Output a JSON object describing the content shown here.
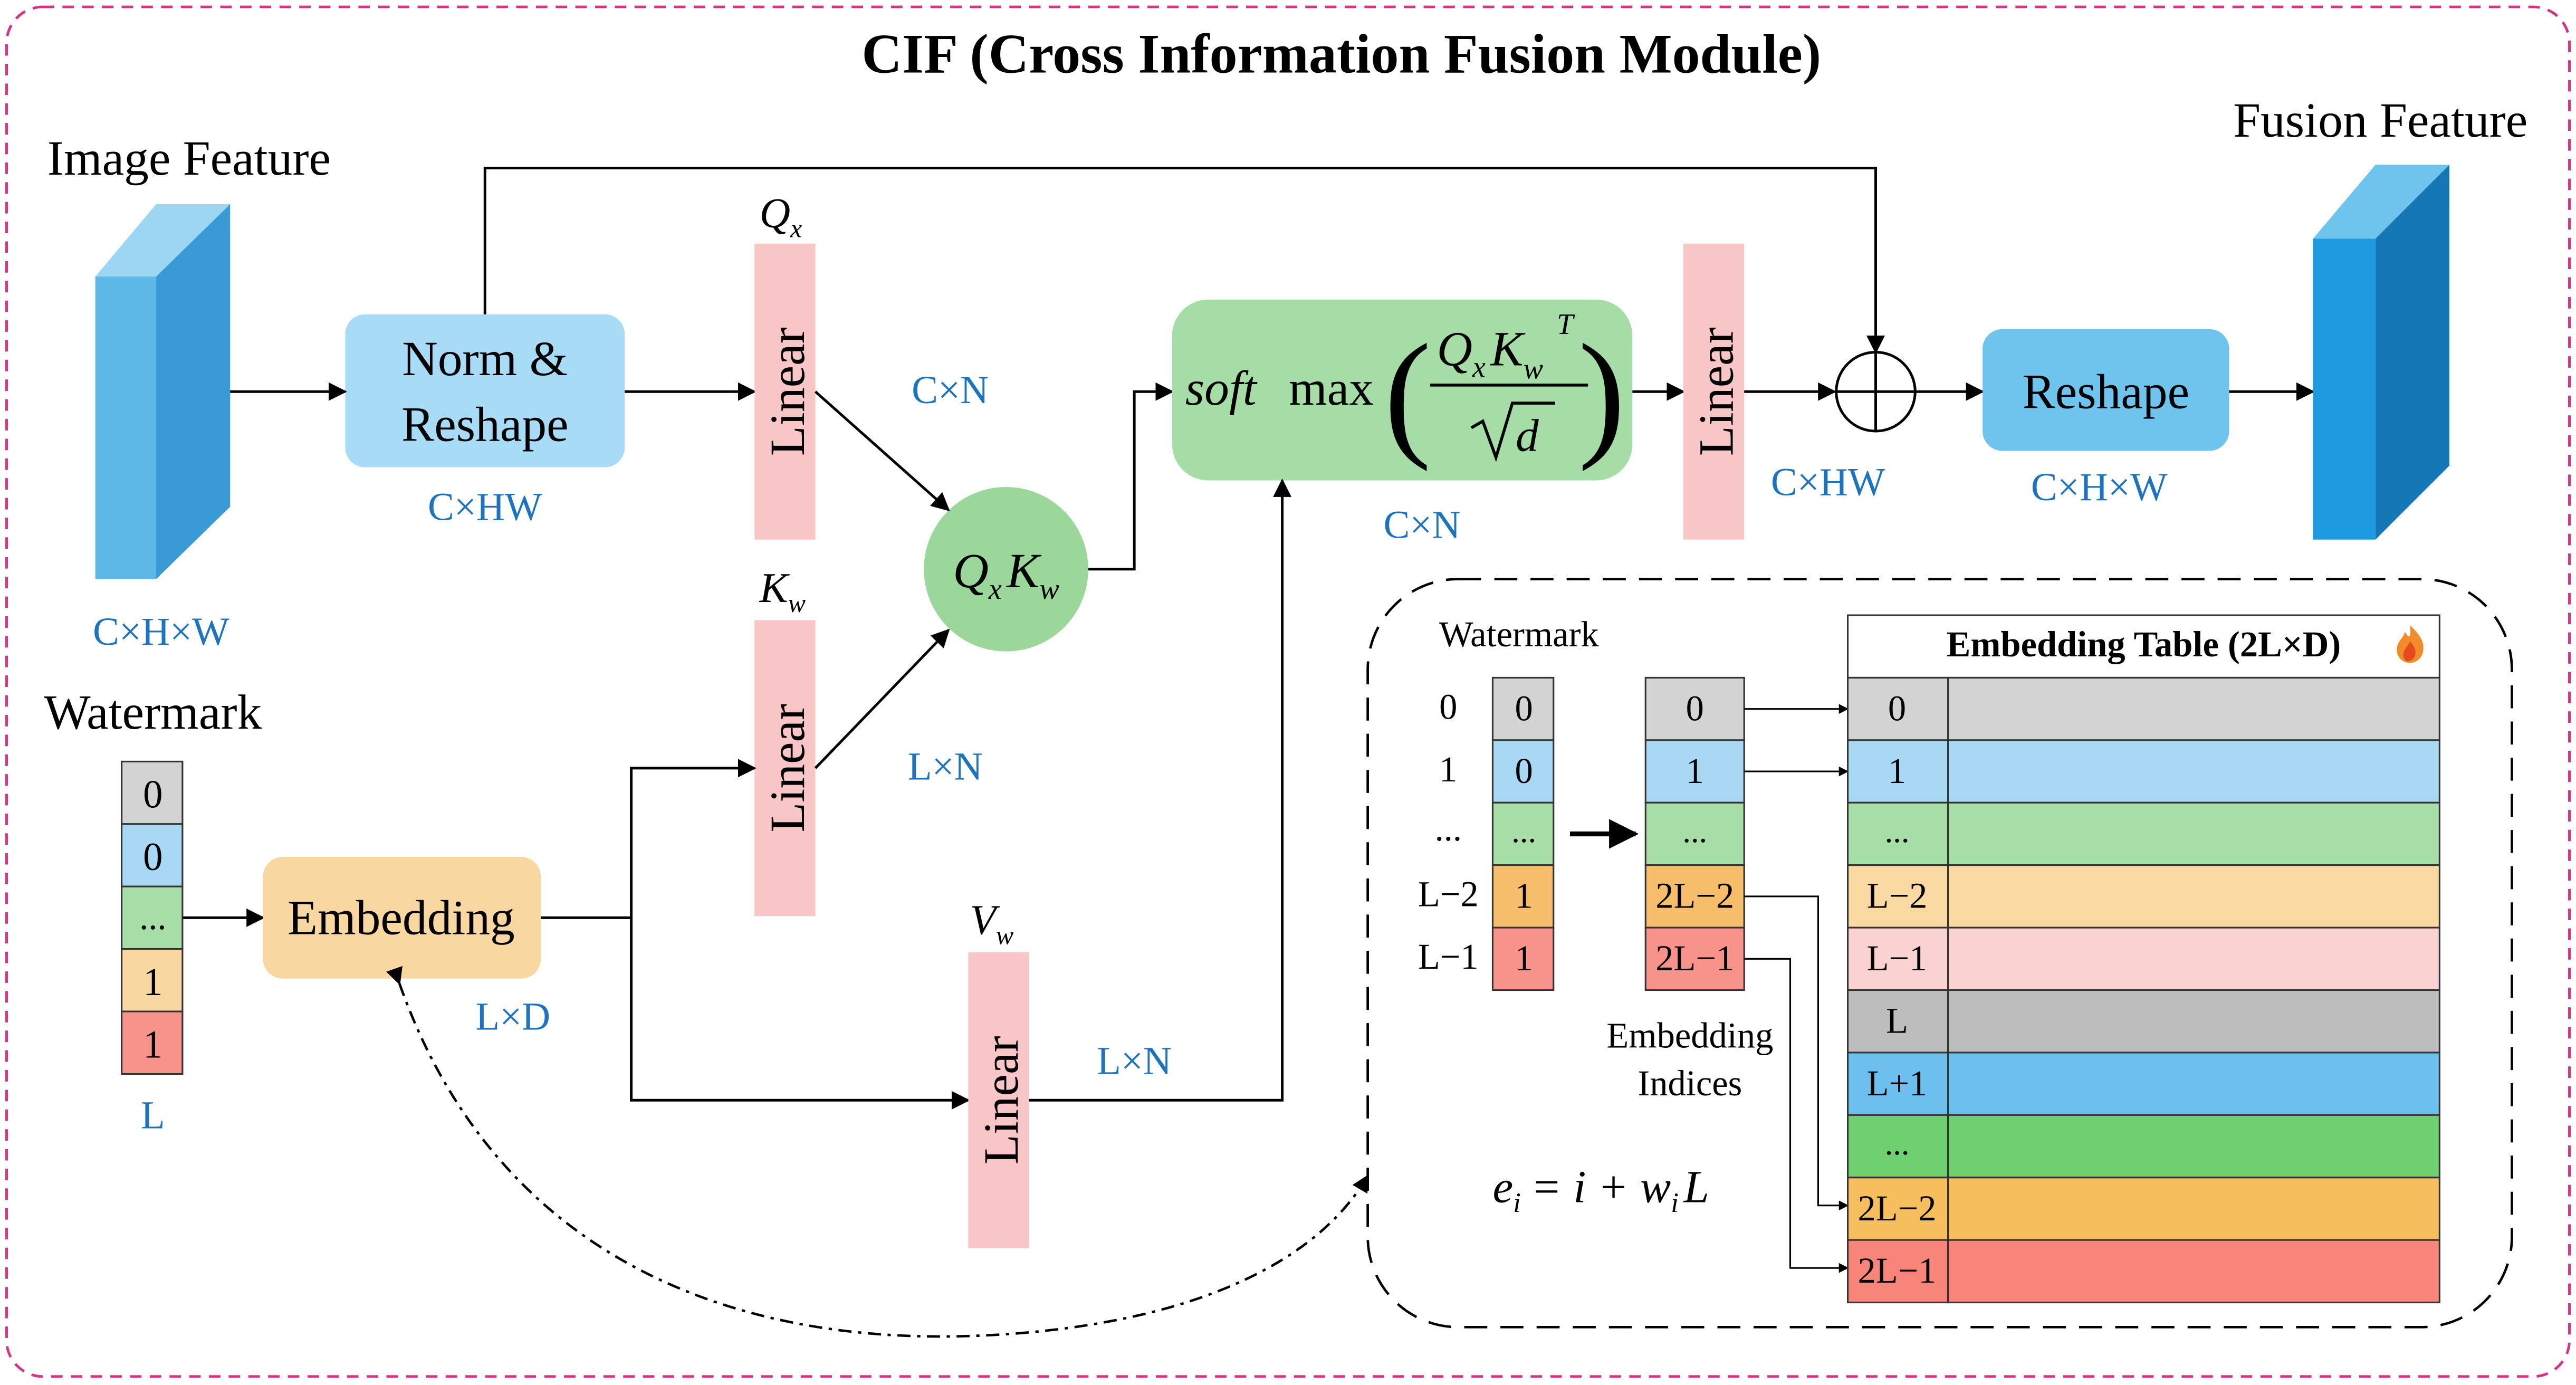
{
  "title": "CIF (Cross Information Fusion Module)",
  "colors": {
    "frame": "#D63384",
    "blue_label": "#1E73BE",
    "light_blue_box": "#A8DBF5",
    "pink_linear": "#F8C6C6",
    "green_circle": "#9BD69B",
    "green_box": "#A6DDA6",
    "orange_box": "#F9D7A0",
    "cube_front": "#5DB8E8",
    "cube_side": "#3A9AD6",
    "cube_top": "#9DD6F2",
    "cube2_front": "#1E9BE0",
    "cube2_side": "#1577B5",
    "cube2_top": "#6FC4EE",
    "cell_gray": "#D3D3D3",
    "cell_blue": "#A9D8F5",
    "cell_green": "#A7DEA7",
    "cell_orange": "#F6BE6A",
    "cell_red": "#F8938B",
    "table_light_orange": "#FAD9A3",
    "table_light_pink": "#FAD2D2",
    "table_gray2": "#BDBDBD",
    "table_blue2": "#6DC0EE",
    "table_green2": "#6FD06F",
    "table_orange2": "#F6BE5C",
    "table_red2": "#F8857A"
  },
  "labels": {
    "image_feature": "Image Feature",
    "image_shape": "C×H×W",
    "norm_reshape_line1": "Norm &",
    "norm_reshape_line2": "Reshape",
    "norm_shape": "C×HW",
    "linear": "Linear",
    "qx": "Q",
    "qx_sub": "x",
    "kw": "K",
    "kw_sub": "w",
    "vw": "V",
    "vw_sub": "w",
    "qx_shape": "C×N",
    "kw_shape": "L×N",
    "vw_shape": "L×N",
    "qk_q": "Q",
    "qk_q_sub": "x",
    "qk_k": "K",
    "qk_k_sub": "w",
    "softmax_prefix": "soft",
    "softmax_max": "max",
    "softmax_num_q": "Q",
    "softmax_num_q_sub": "x",
    "softmax_num_k": "K",
    "softmax_num_k_sub": "w",
    "softmax_num_k_sup": "T",
    "softmax_den": "d",
    "softmax_shape": "C×N",
    "linear_out_shape": "C×HW",
    "reshape": "Reshape",
    "reshape_shape": "C×H×W",
    "fusion_feature": "Fusion Feature",
    "watermark": "Watermark",
    "watermark_L": "L",
    "watermark_cells": [
      "0",
      "0",
      "...",
      "1",
      "1"
    ],
    "embedding": "Embedding",
    "embedding_shape": "L×D"
  },
  "inset": {
    "watermark_title": "Watermark",
    "index_labels": [
      "0",
      "1",
      "...",
      "L−2",
      "L−1"
    ],
    "bit_cells": [
      "0",
      "0",
      "...",
      "1",
      "1"
    ],
    "embedding_indices": [
      "0",
      "1",
      "...",
      "2L−2",
      "2L−1"
    ],
    "embedding_indices_caption_line1": "Embedding",
    "embedding_indices_caption_line2": "Indices",
    "formula_e": "e",
    "formula_i": "i",
    "formula_eq": "= i + w",
    "formula_wi": "i",
    "formula_L": "L",
    "table_title": "Embedding Table (2L×D)",
    "fire_icon": "fire-icon",
    "table_rows": [
      "0",
      "1",
      "...",
      "L−2",
      "L−1",
      "L",
      "L+1",
      "...",
      "2L−2",
      "2L−1"
    ]
  }
}
